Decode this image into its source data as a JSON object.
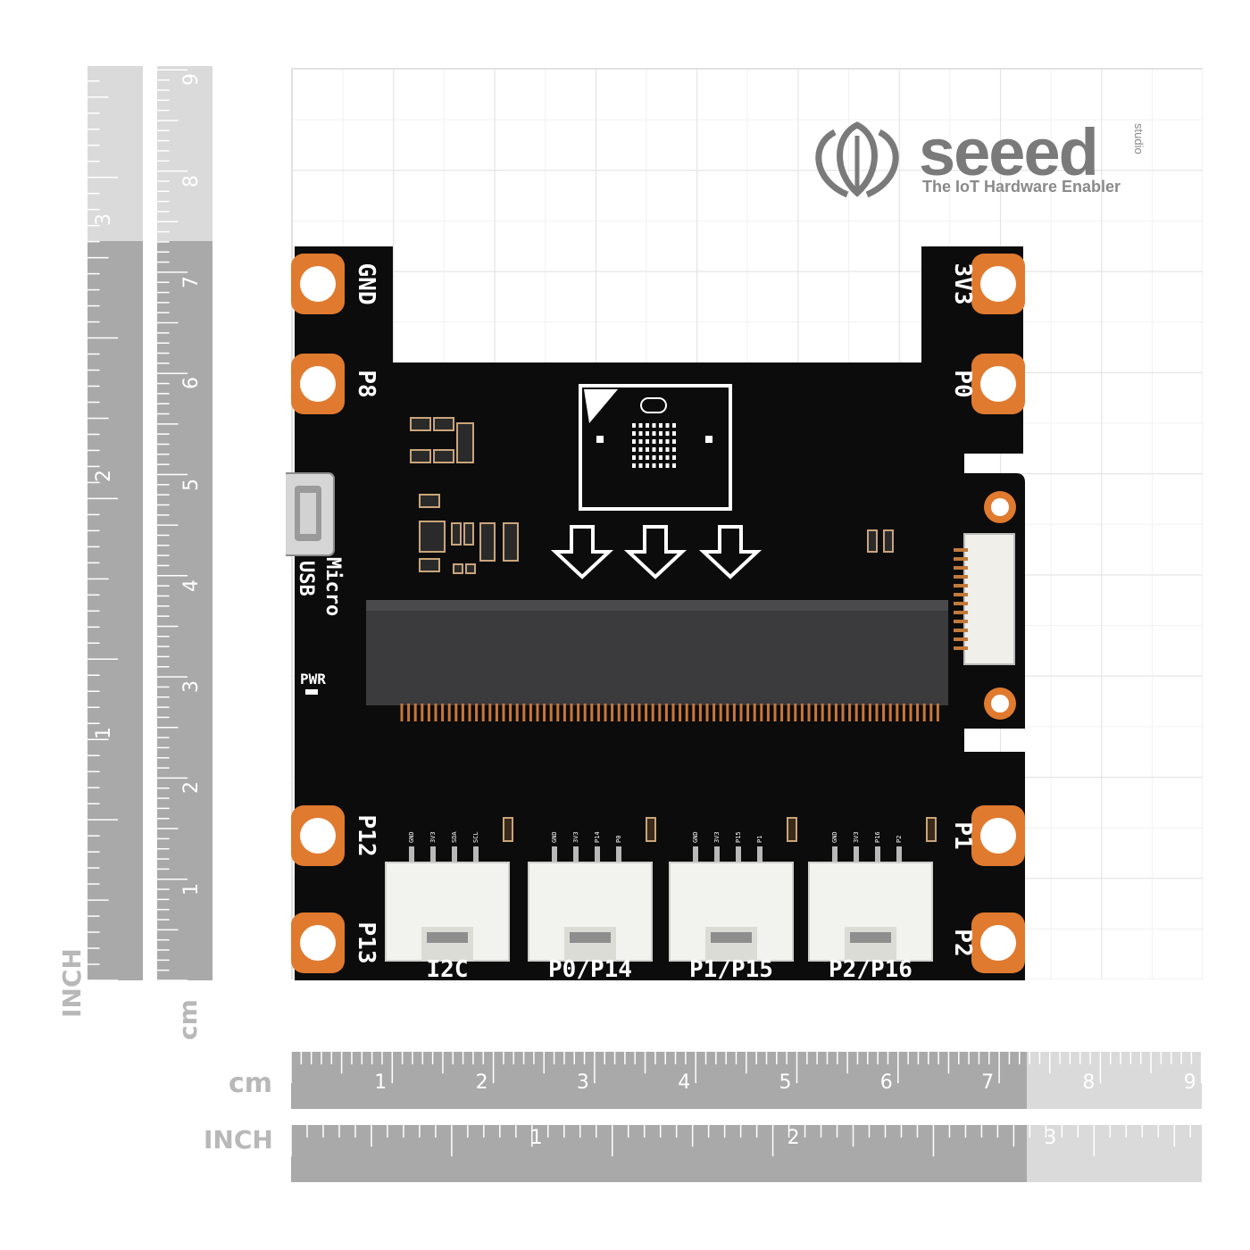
{
  "brand": {
    "name": "seeed",
    "suffix": "studio",
    "tagline": "The IoT Hardware Enabler"
  },
  "colors": {
    "board": "#0c0c0c",
    "copper": "#e07a2f",
    "connector": "#f2f2ee",
    "ruler_dark": "#a9a9a9",
    "ruler_light": "#dadada",
    "grid": "#e2e2e2"
  },
  "rulers": {
    "bottom_cm": {
      "unit": "cm",
      "marks": [
        "1",
        "2",
        "3",
        "4",
        "5",
        "6",
        "7",
        "8",
        "9"
      ]
    },
    "bottom_inch": {
      "unit": "INCH",
      "marks": [
        "1",
        "2",
        "3"
      ]
    },
    "left_cm": {
      "unit": "cm",
      "marks": [
        "1",
        "2",
        "3",
        "4",
        "5",
        "6",
        "7",
        "8",
        "9"
      ]
    },
    "left_inch": {
      "unit": "INCH",
      "marks": [
        "1",
        "2",
        "3"
      ]
    }
  },
  "board": {
    "left_pads": [
      "GND",
      "P8",
      "P12",
      "P13"
    ],
    "right_pads": [
      "3V3",
      "P0",
      "P1",
      "P2"
    ],
    "usb_label_1": "Micro",
    "usb_label_2": "USB",
    "power_led_label": "PWR",
    "grove_ports": [
      {
        "name": "I2C",
        "pins": [
          "GND",
          "3V3",
          "SDA",
          "SCL"
        ]
      },
      {
        "name": "P0/P14",
        "pins": [
          "GND",
          "3V3",
          "P14",
          "P0"
        ]
      },
      {
        "name": "P1/P15",
        "pins": [
          "GND",
          "3V3",
          "P15",
          "P1"
        ]
      },
      {
        "name": "P2/P16",
        "pins": [
          "GND",
          "3V3",
          "P16",
          "P2"
        ]
      }
    ]
  },
  "icons": [
    "seeed-logo-icon",
    "microbit-icon",
    "down-arrow-icon"
  ]
}
